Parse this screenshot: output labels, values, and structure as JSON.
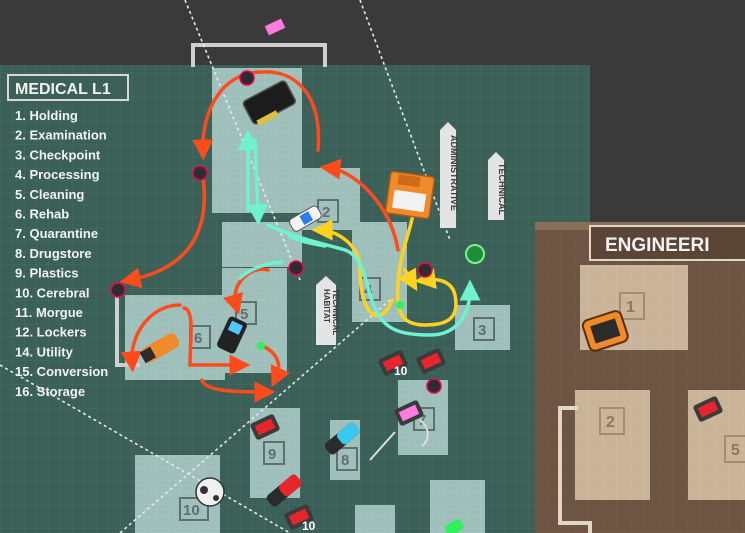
{
  "medical_section": {
    "title": "MEDICAL L1",
    "rooms": [
      {
        "label": "1. Holding"
      },
      {
        "label": "2. Examination"
      },
      {
        "label": "3. Checkpoint"
      },
      {
        "label": "4. Processing"
      },
      {
        "label": "5. Cleaning"
      },
      {
        "label": "6. Rehab"
      },
      {
        "label": "7. Quarantine"
      },
      {
        "label": "8. Drugstore"
      },
      {
        "label": "9. Plastics"
      },
      {
        "label": "10. Cerebral"
      },
      {
        "label": "11. Morgue"
      },
      {
        "label": "12. Lockers"
      },
      {
        "label": "14. Utility"
      },
      {
        "label": "15. Conversion"
      },
      {
        "label": "16. Storage"
      }
    ],
    "room_numbers": [
      "2",
      "3",
      "4",
      "5",
      "6",
      "7",
      "8",
      "9",
      "10"
    ]
  },
  "engineering_section": {
    "title": "ENGINEERI",
    "room_numbers": [
      "1",
      "2",
      "5"
    ]
  },
  "corridor_signs": {
    "administrative": "ADMINISTRATIVE",
    "technical": "TECHNICAL",
    "habitat": "HABITAT",
    "habitat_technical": "TECHNICAL"
  },
  "item_counts": {
    "drugstore_keycards": "10",
    "bottom_keycards": "10"
  },
  "colors": {
    "background": "#3a3a3a",
    "medical_floor": "#3a6058",
    "medical_room": "#9fbfbb",
    "engineering_floor": "#6d5443",
    "engineering_room": "#c9b49a",
    "path_red": "#ff4a1c",
    "path_yellow": "#ffd21f",
    "path_teal": "#6ef2cf"
  },
  "icons": [
    "keycard-icon",
    "floppy-disk-icon",
    "battery-icon",
    "flashlight-icon",
    "syringe-icon",
    "injector-icon",
    "device-icon",
    "robot-icon",
    "turret-icon",
    "tool-icon"
  ]
}
